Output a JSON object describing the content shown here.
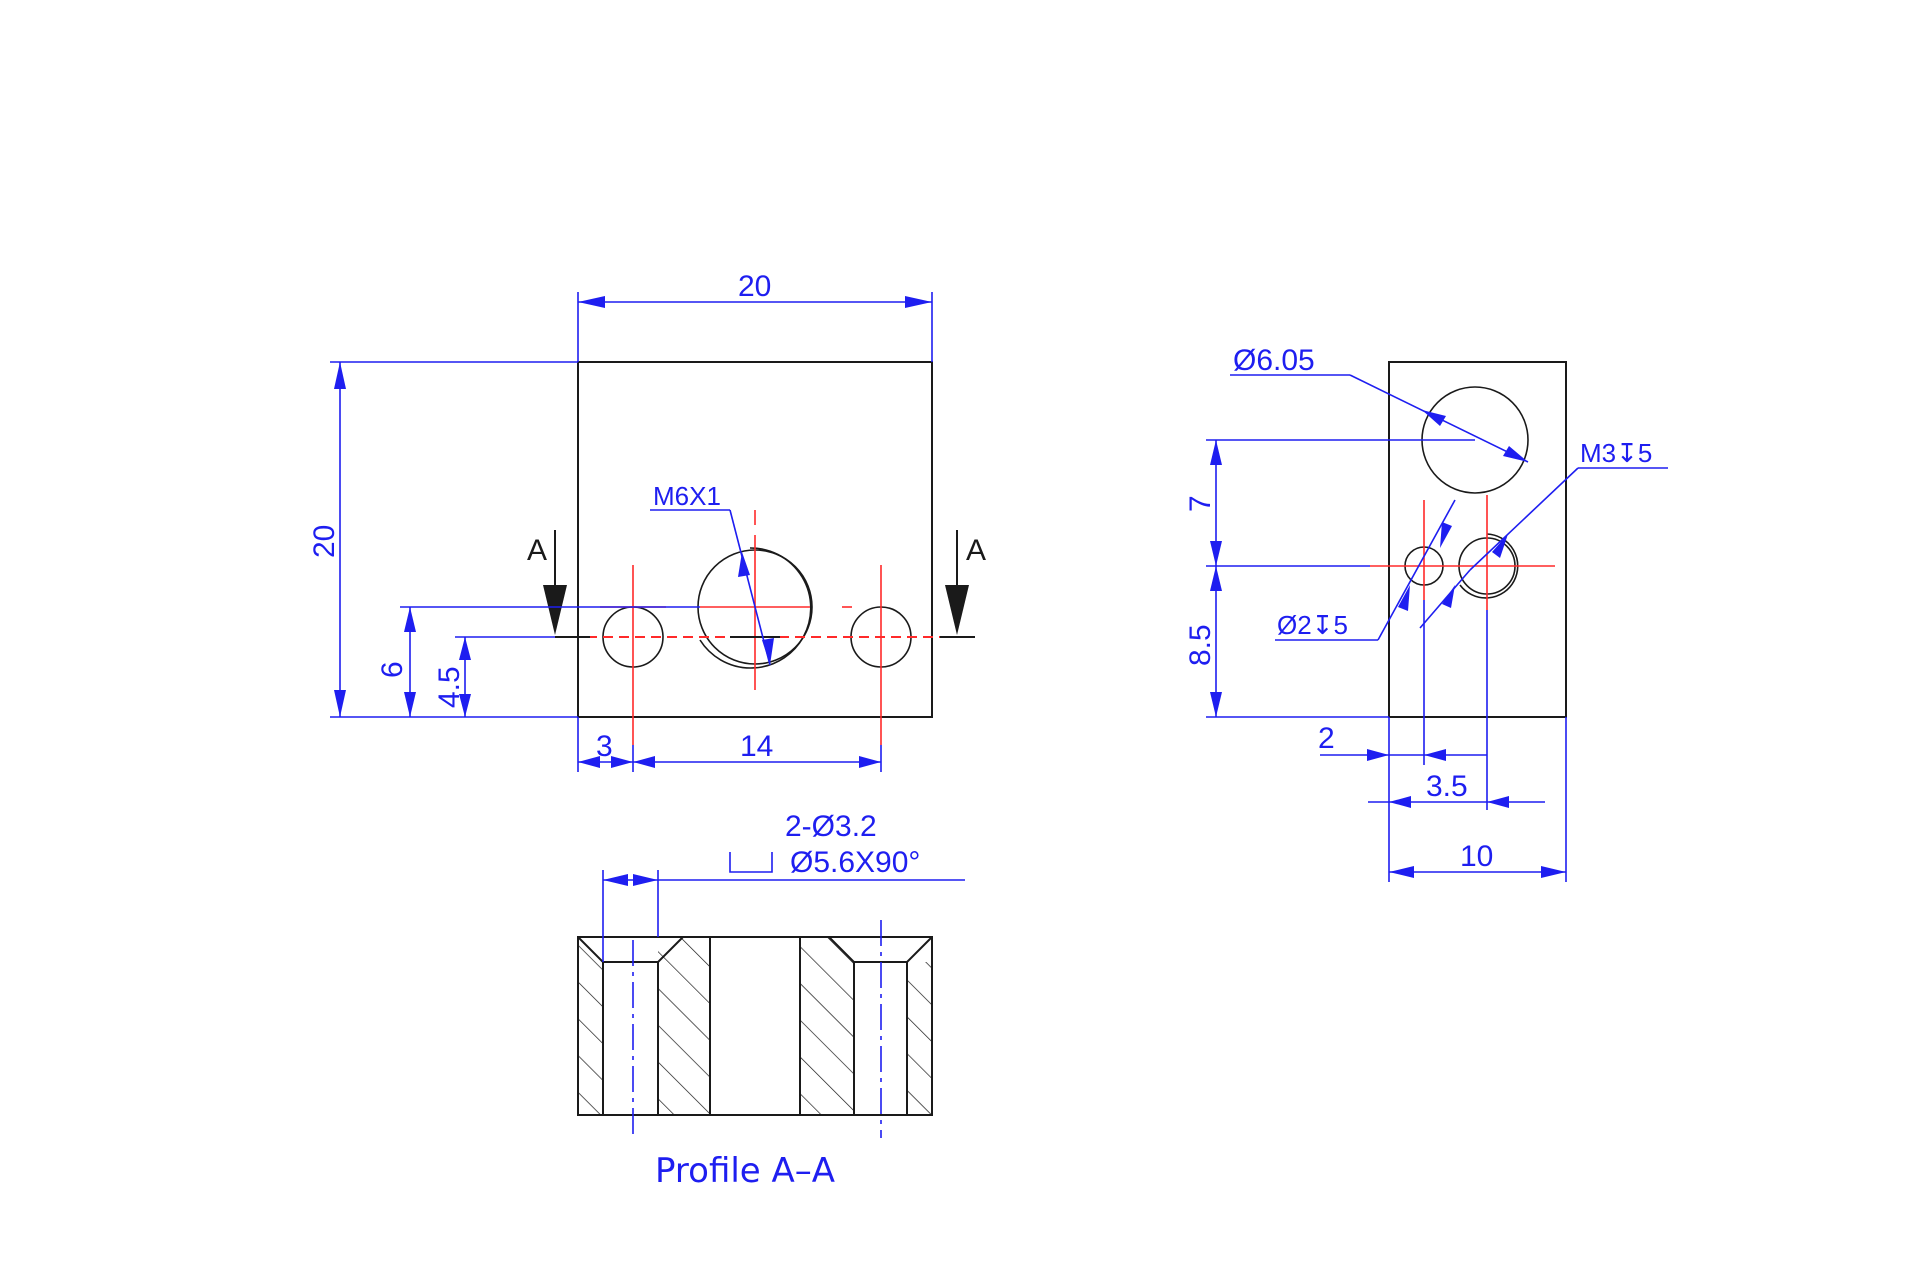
{
  "front_view": {
    "width_dim": "20",
    "height_dim": "20",
    "dim_6": "6",
    "dim_4_5": "4.5",
    "dim_3": "3",
    "dim_14": "14",
    "thread_callout": "M6X1",
    "section_label_left": "A",
    "section_label_right": "A"
  },
  "side_view": {
    "dia_large": "Ø6.05",
    "thread_small": "M3↧5",
    "dia_small": "Ø2↧5",
    "dim_7": "7",
    "dim_8_5": "8.5",
    "dim_2": "2",
    "dim_3_5": "3.5",
    "dim_10": "10"
  },
  "section_view": {
    "hole_callout": "2-Ø3.2",
    "csk_callout": "Ø5.6X90°",
    "caption": "Profile A–A"
  },
  "colors": {
    "dimension": "#1e1ef0",
    "centerline": "#ff2a2a",
    "outline": "#1a1a1a"
  }
}
